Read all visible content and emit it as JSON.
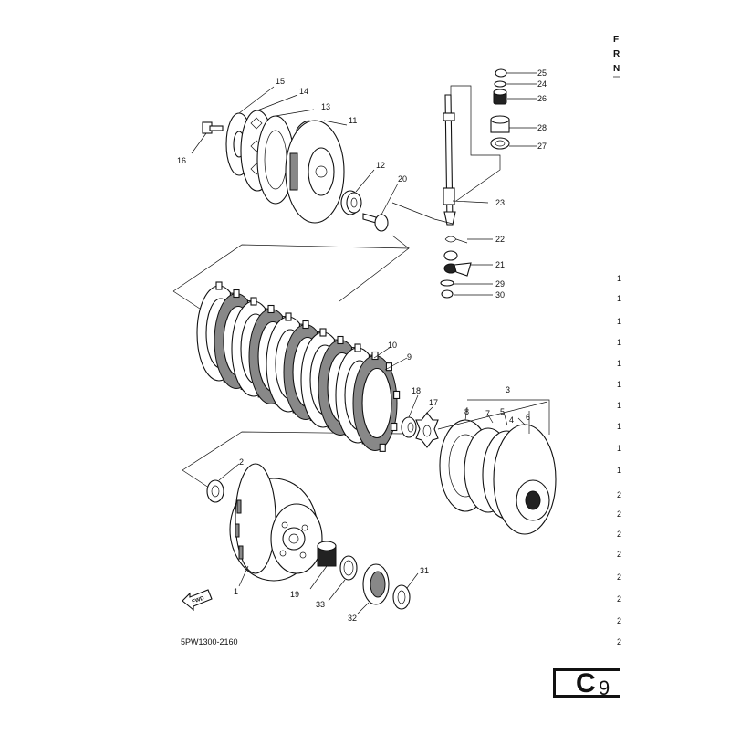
{
  "diagram_code": "5PW1300-2160",
  "page_badge": {
    "letter": "C",
    "number": "9"
  },
  "fwd_label": "FWD",
  "edge_letters": [
    "F",
    "R",
    "N"
  ],
  "parts": [
    {
      "id": "p1",
      "label": "1"
    },
    {
      "id": "p2",
      "label": "2"
    },
    {
      "id": "p3",
      "label": "3"
    },
    {
      "id": "p4",
      "label": "4"
    },
    {
      "id": "p5",
      "label": "5"
    },
    {
      "id": "p6",
      "label": "6"
    },
    {
      "id": "p7",
      "label": "7"
    },
    {
      "id": "p8",
      "label": "8"
    },
    {
      "id": "p9",
      "label": "9"
    },
    {
      "id": "p10",
      "label": "10"
    },
    {
      "id": "p11",
      "label": "11"
    },
    {
      "id": "p12",
      "label": "12"
    },
    {
      "id": "p13",
      "label": "13"
    },
    {
      "id": "p14",
      "label": "14"
    },
    {
      "id": "p15",
      "label": "15"
    },
    {
      "id": "p16",
      "label": "16"
    },
    {
      "id": "p17",
      "label": "17"
    },
    {
      "id": "p18",
      "label": "18"
    },
    {
      "id": "p19",
      "label": "19"
    },
    {
      "id": "p20",
      "label": "20"
    },
    {
      "id": "p21",
      "label": "21"
    },
    {
      "id": "p22",
      "label": "22"
    },
    {
      "id": "p23",
      "label": "23"
    },
    {
      "id": "p24",
      "label": "24"
    },
    {
      "id": "p25",
      "label": "25"
    },
    {
      "id": "p26",
      "label": "26"
    },
    {
      "id": "p27",
      "label": "27"
    },
    {
      "id": "p28",
      "label": "28"
    },
    {
      "id": "p29",
      "label": "29"
    },
    {
      "id": "p30",
      "label": "30"
    },
    {
      "id": "p31",
      "label": "31"
    },
    {
      "id": "p32",
      "label": "32"
    },
    {
      "id": "p33",
      "label": "33"
    }
  ],
  "right_column": [
    "1",
    "1",
    "1",
    "1",
    "1",
    "1",
    "1",
    "1",
    "1",
    "1",
    "2",
    "2",
    "2",
    "2",
    "2",
    "2",
    "2",
    "2"
  ]
}
